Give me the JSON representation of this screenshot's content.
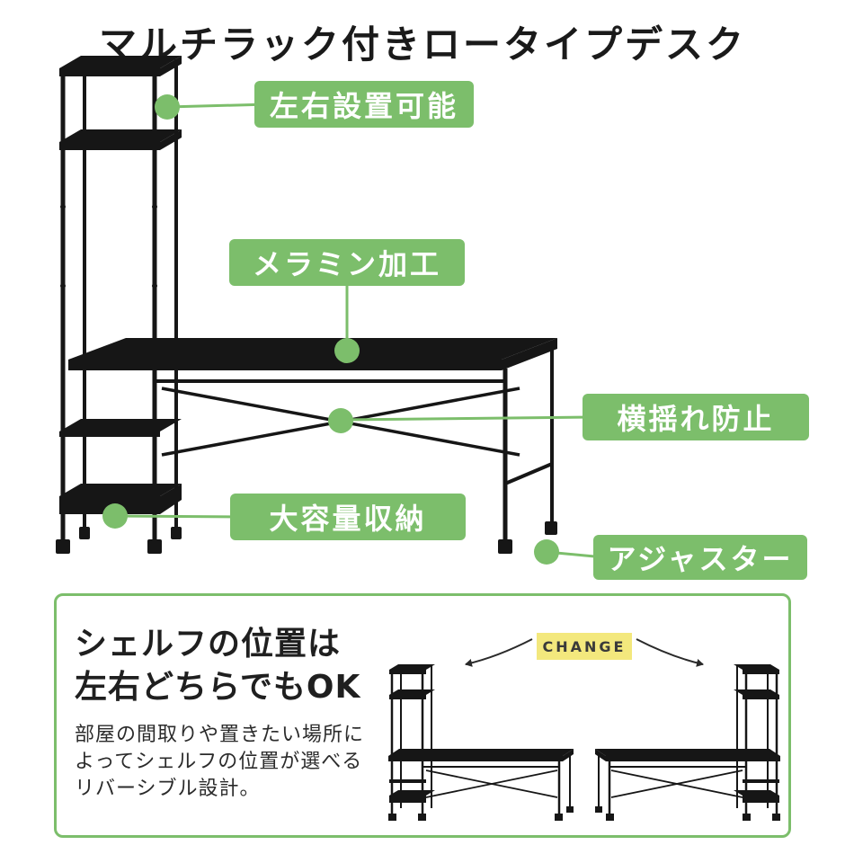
{
  "title": "マルチラック付きロータイプデスク",
  "colors": {
    "accent-green": "#7cbe6b",
    "highlight-yellow": "#f3e87d",
    "ink": "#1c1c1c"
  },
  "features": [
    {
      "label": "左右設置可能"
    },
    {
      "label": "メラミン加工"
    },
    {
      "label": "横揺れ防止"
    },
    {
      "label": "大容量収納"
    },
    {
      "label": "アジャスター"
    }
  ],
  "info_box": {
    "heading_line1": "シェルフの位置は",
    "heading_line2": "左右どちらでもOK",
    "body_lines": [
      "部屋の間取りや置きたい場所に",
      "よってシェルフの位置が選べる",
      "リバーシブル設計。"
    ],
    "change_label": "CHANGE"
  }
}
